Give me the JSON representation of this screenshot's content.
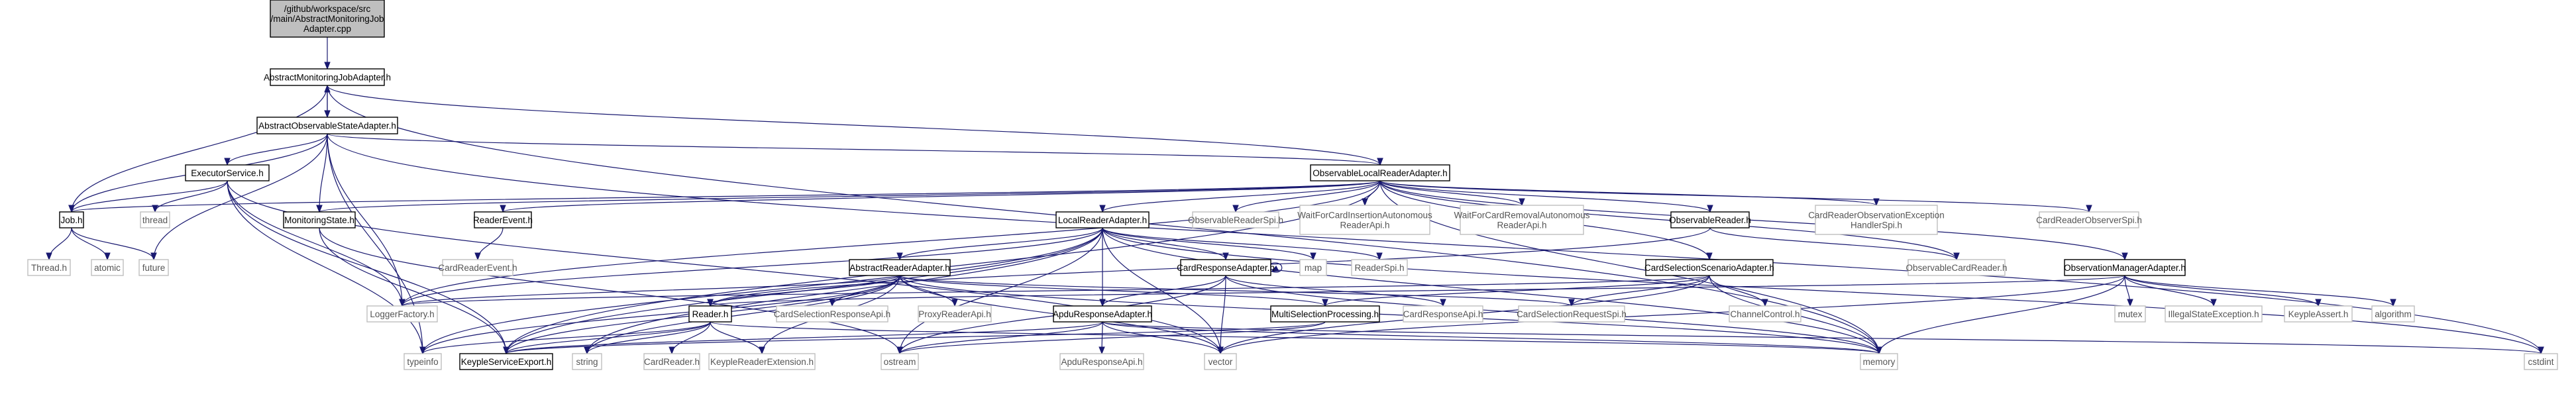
{
  "graph": {
    "nodes": [
      {
        "id": "root",
        "lines": [
          "/github/workspace/src",
          "/main/AbstractMonitoringJob",
          "Adapter.cpp"
        ],
        "kind": "root"
      },
      {
        "id": "amja",
        "lines": [
          "AbstractMonitoringJobAdapter.h"
        ],
        "kind": "normal"
      },
      {
        "id": "aosa",
        "lines": [
          "AbstractObservableStateAdapter.h"
        ],
        "kind": "normal"
      },
      {
        "id": "olra",
        "lines": [
          "ObservableLocalReaderAdapter.h"
        ],
        "kind": "normal"
      },
      {
        "id": "exec",
        "lines": [
          "ExecutorService.h"
        ],
        "kind": "normal"
      },
      {
        "id": "job",
        "lines": [
          "Job.h"
        ],
        "kind": "normal"
      },
      {
        "id": "thread",
        "lines": [
          "thread"
        ],
        "kind": "external"
      },
      {
        "id": "threadh",
        "lines": [
          "Thread.h"
        ],
        "kind": "external"
      },
      {
        "id": "atomic",
        "lines": [
          "atomic"
        ],
        "kind": "external"
      },
      {
        "id": "future",
        "lines": [
          "future"
        ],
        "kind": "external"
      },
      {
        "id": "monstate",
        "lines": [
          "MonitoringState.h"
        ],
        "kind": "normal"
      },
      {
        "id": "readerevent",
        "lines": [
          "ReaderEvent.h"
        ],
        "kind": "normal"
      },
      {
        "id": "cardreaderevent",
        "lines": [
          "CardReaderEvent.h"
        ],
        "kind": "external"
      },
      {
        "id": "lra",
        "lines": [
          "LocalReaderAdapter.h"
        ],
        "kind": "normal"
      },
      {
        "id": "ors",
        "lines": [
          "ObservableReaderSpi.h"
        ],
        "kind": "external"
      },
      {
        "id": "wfcia",
        "lines": [
          "WaitForCardInsertionAutonomous",
          "ReaderApi.h"
        ],
        "kind": "external"
      },
      {
        "id": "wfcra",
        "lines": [
          "WaitForCardRemovalAutonomous",
          "ReaderApi.h"
        ],
        "kind": "external"
      },
      {
        "id": "obsreader",
        "lines": [
          "ObservableReader.h"
        ],
        "kind": "normal"
      },
      {
        "id": "croehs",
        "lines": [
          "CardReaderObservationException",
          "HandlerSpi.h"
        ],
        "kind": "external"
      },
      {
        "id": "cros",
        "lines": [
          "CardReaderObserverSpi.h"
        ],
        "kind": "external"
      },
      {
        "id": "ocr",
        "lines": [
          "ObservableCardReader.h"
        ],
        "kind": "external"
      },
      {
        "id": "oma",
        "lines": [
          "ObservationManagerAdapter.h"
        ],
        "kind": "normal"
      },
      {
        "id": "cssa",
        "lines": [
          "CardSelectionScenarioAdapter.h"
        ],
        "kind": "normal"
      },
      {
        "id": "cra",
        "lines": [
          "CardResponseAdapter.h"
        ],
        "kind": "normal"
      },
      {
        "id": "map",
        "lines": [
          "map"
        ],
        "kind": "external"
      },
      {
        "id": "readerspi",
        "lines": [
          "ReaderSpi.h"
        ],
        "kind": "external"
      },
      {
        "id": "ara",
        "lines": [
          "AbstractReaderAdapter.h"
        ],
        "kind": "normal"
      },
      {
        "id": "reader",
        "lines": [
          "Reader.h"
        ],
        "kind": "normal"
      },
      {
        "id": "csra",
        "lines": [
          "CardSelectionResponseApi.h"
        ],
        "kind": "external"
      },
      {
        "id": "pra",
        "lines": [
          "ProxyReaderApi.h"
        ],
        "kind": "external"
      },
      {
        "id": "apdura",
        "lines": [
          "ApduResponseAdapter.h"
        ],
        "kind": "normal"
      },
      {
        "id": "msp",
        "lines": [
          "MultiSelectionProcessing.h"
        ],
        "kind": "normal"
      },
      {
        "id": "cardrespapi",
        "lines": [
          "CardResponseApi.h"
        ],
        "kind": "external"
      },
      {
        "id": "csrspi",
        "lines": [
          "CardSelectionRequestSpi.h"
        ],
        "kind": "external"
      },
      {
        "id": "chctrl",
        "lines": [
          "ChannelControl.h"
        ],
        "kind": "external"
      },
      {
        "id": "loggerfactory",
        "lines": [
          "LoggerFactory.h"
        ],
        "kind": "external"
      },
      {
        "id": "typeinfo",
        "lines": [
          "typeinfo"
        ],
        "kind": "external"
      },
      {
        "id": "kse",
        "lines": [
          "KeypleServiceExport.h"
        ],
        "kind": "normal"
      },
      {
        "id": "string",
        "lines": [
          "string"
        ],
        "kind": "external"
      },
      {
        "id": "cardreader",
        "lines": [
          "CardReader.h"
        ],
        "kind": "external"
      },
      {
        "id": "kre",
        "lines": [
          "KeypleReaderExtension.h"
        ],
        "kind": "external"
      },
      {
        "id": "ostream",
        "lines": [
          "ostream"
        ],
        "kind": "external"
      },
      {
        "id": "apduresapi",
        "lines": [
          "ApduResponseApi.h"
        ],
        "kind": "external"
      },
      {
        "id": "vector",
        "lines": [
          "vector"
        ],
        "kind": "external"
      },
      {
        "id": "memory",
        "lines": [
          "memory"
        ],
        "kind": "external"
      },
      {
        "id": "cstdint",
        "lines": [
          "cstdint"
        ],
        "kind": "external"
      },
      {
        "id": "mutex",
        "lines": [
          "mutex"
        ],
        "kind": "external"
      },
      {
        "id": "ise",
        "lines": [
          "IllegalStateException.h"
        ],
        "kind": "external"
      },
      {
        "id": "keyple_assert",
        "lines": [
          "KeypleAssert.h"
        ],
        "kind": "external"
      },
      {
        "id": "algorithm",
        "lines": [
          "algorithm"
        ],
        "kind": "external"
      }
    ],
    "edges": [
      [
        "root",
        "amja"
      ],
      [
        "amja",
        "aosa"
      ],
      [
        "amja",
        "job"
      ],
      [
        "amja",
        "olra"
      ],
      [
        "amja",
        "memory"
      ],
      [
        "aosa",
        "amja"
      ],
      [
        "aosa",
        "exec"
      ],
      [
        "aosa",
        "job"
      ],
      [
        "aosa",
        "monstate"
      ],
      [
        "aosa",
        "olra"
      ],
      [
        "aosa",
        "loggerfactory"
      ],
      [
        "aosa",
        "typeinfo"
      ],
      [
        "aosa",
        "future"
      ],
      [
        "aosa",
        "cstdint"
      ],
      [
        "exec",
        "job"
      ],
      [
        "exec",
        "thread"
      ],
      [
        "exec",
        "loggerfactory"
      ],
      [
        "exec",
        "typeinfo"
      ],
      [
        "exec",
        "kse"
      ],
      [
        "exec",
        "vector"
      ],
      [
        "job",
        "threadh"
      ],
      [
        "job",
        "atomic"
      ],
      [
        "job",
        "future"
      ],
      [
        "monstate",
        "kse"
      ],
      [
        "monstate",
        "ostream"
      ],
      [
        "readerevent",
        "cardreaderevent"
      ],
      [
        "olra",
        "job"
      ],
      [
        "olra",
        "monstate"
      ],
      [
        "olra",
        "readerevent"
      ],
      [
        "olra",
        "lra"
      ],
      [
        "olra",
        "ors"
      ],
      [
        "olra",
        "wfcia"
      ],
      [
        "olra",
        "wfcra"
      ],
      [
        "olra",
        "obsreader"
      ],
      [
        "olra",
        "croehs"
      ],
      [
        "olra",
        "cros"
      ],
      [
        "olra",
        "ocr"
      ],
      [
        "olra",
        "oma"
      ],
      [
        "olra",
        "cssa"
      ],
      [
        "olra",
        "loggerfactory"
      ],
      [
        "olra",
        "kse"
      ],
      [
        "olra",
        "memory"
      ],
      [
        "obsreader",
        "ocr"
      ],
      [
        "obsreader",
        "reader"
      ],
      [
        "lra",
        "cra"
      ],
      [
        "lra",
        "ara"
      ],
      [
        "lra",
        "apdura"
      ],
      [
        "lra",
        "map"
      ],
      [
        "lra",
        "readerspi"
      ],
      [
        "lra",
        "loggerfactory"
      ],
      [
        "lra",
        "typeinfo"
      ],
      [
        "lra",
        "kse"
      ],
      [
        "lra",
        "string"
      ],
      [
        "lra",
        "vector"
      ],
      [
        "lra",
        "memory"
      ],
      [
        "lra",
        "cstdint"
      ],
      [
        "lra",
        "ostream"
      ],
      [
        "cra",
        "cra"
      ],
      [
        "cra",
        "apdura"
      ],
      [
        "cra",
        "cardrespapi"
      ],
      [
        "cra",
        "ostream"
      ],
      [
        "cra",
        "vector"
      ],
      [
        "cra",
        "memory"
      ],
      [
        "ara",
        "reader"
      ],
      [
        "ara",
        "csra"
      ],
      [
        "ara",
        "pra"
      ],
      [
        "ara",
        "msp"
      ],
      [
        "ara",
        "csrspi"
      ],
      [
        "ara",
        "loggerfactory"
      ],
      [
        "ara",
        "typeinfo"
      ],
      [
        "ara",
        "kse"
      ],
      [
        "ara",
        "string"
      ],
      [
        "ara",
        "kre"
      ],
      [
        "ara",
        "vector"
      ],
      [
        "ara",
        "memory"
      ],
      [
        "reader",
        "cardreader"
      ],
      [
        "reader",
        "kre"
      ],
      [
        "reader",
        "kse"
      ],
      [
        "reader",
        "string"
      ],
      [
        "reader",
        "typeinfo"
      ],
      [
        "reader",
        "memory"
      ],
      [
        "apdura",
        "apduresapi"
      ],
      [
        "apdura",
        "ostream"
      ],
      [
        "apdura",
        "vector"
      ],
      [
        "apdura",
        "cstdint"
      ],
      [
        "apdura",
        "kse"
      ],
      [
        "apdura",
        "memory"
      ],
      [
        "msp",
        "kse"
      ],
      [
        "msp",
        "ostream"
      ],
      [
        "cssa",
        "msp"
      ],
      [
        "cssa",
        "csrspi"
      ],
      [
        "cssa",
        "chctrl"
      ],
      [
        "cssa",
        "loggerfactory"
      ],
      [
        "cssa",
        "vector"
      ],
      [
        "cssa",
        "memory"
      ],
      [
        "oma",
        "reader"
      ],
      [
        "oma",
        "mutex"
      ],
      [
        "oma",
        "ise"
      ],
      [
        "oma",
        "keyple_assert"
      ],
      [
        "oma",
        "algorithm"
      ],
      [
        "oma",
        "vector"
      ],
      [
        "oma",
        "memory"
      ]
    ]
  }
}
